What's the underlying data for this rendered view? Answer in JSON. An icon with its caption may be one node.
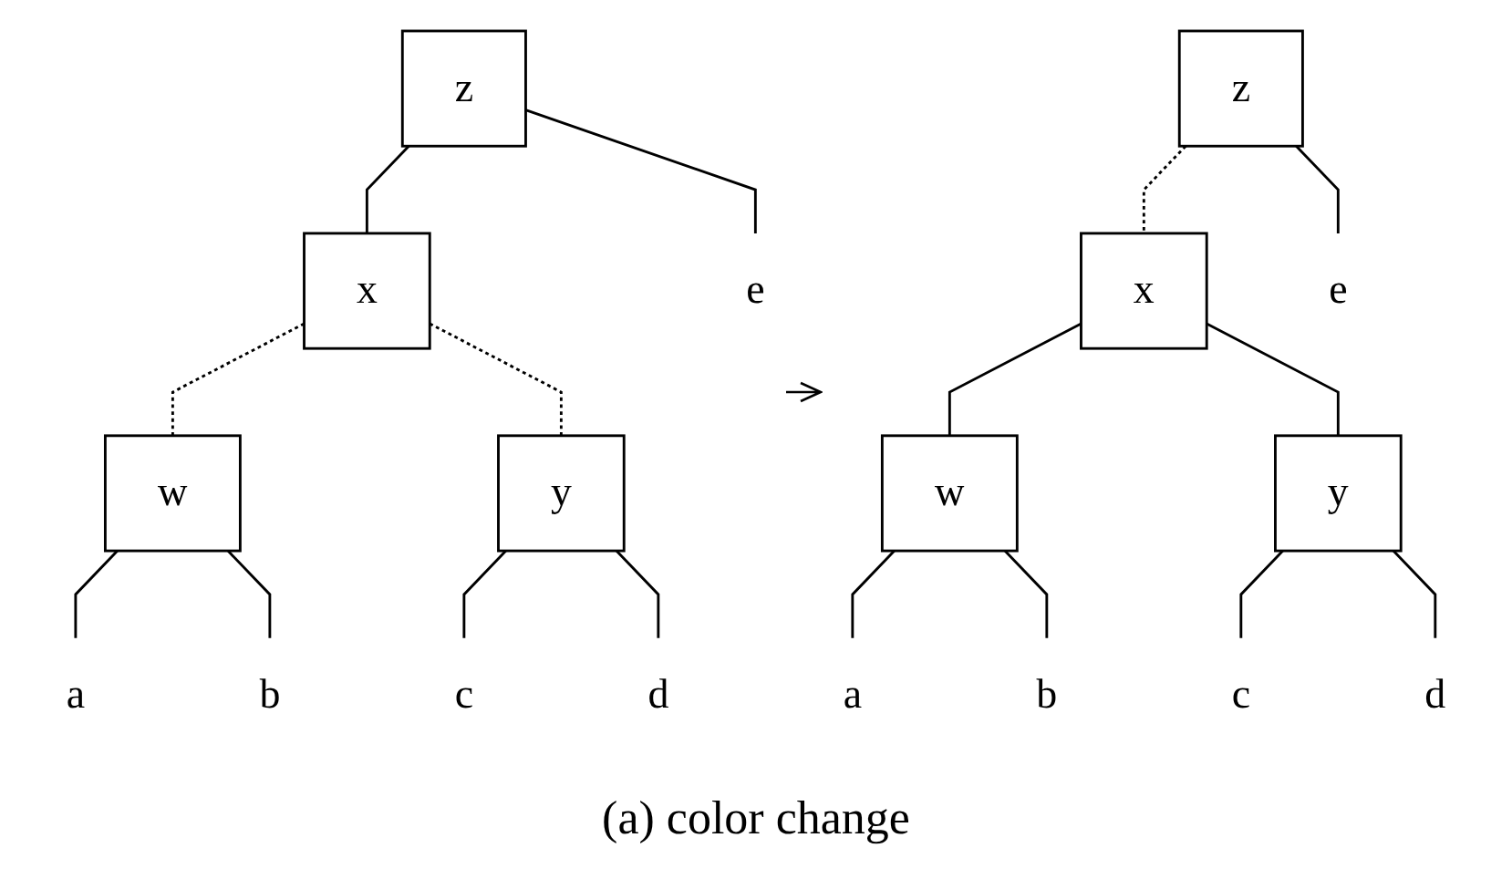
{
  "diagram": {
    "caption": "(a) color change",
    "nodes": [
      {
        "text": [
          "z"
        ]
      },
      {
        "text": [
          "x"
        ]
      },
      {
        "text": [
          "e"
        ]
      },
      {
        "text": [
          "w"
        ]
      },
      {
        "text": [
          "y"
        ]
      },
      {
        "text": [
          "a"
        ]
      },
      {
        "text": [
          "b"
        ]
      },
      {
        "text": [
          "c"
        ]
      },
      {
        "text": [
          "d"
        ]
      },
      {
        "text": [
          "z"
        ]
      },
      {
        "text": [
          "x"
        ]
      },
      {
        "text": [
          "e"
        ]
      },
      {
        "text": [
          "w"
        ]
      },
      {
        "text": [
          "y"
        ]
      },
      {
        "text": [
          "a"
        ]
      },
      {
        "text": [
          "b"
        ]
      },
      {
        "text": [
          "c"
        ]
      },
      {
        "text": [
          "d"
        ]
      }
    ],
    "edges": [
      {
        "from": 0,
        "to": 1,
        "arrow": "none"
      },
      {
        "from": 0,
        "to": 2,
        "arrow": "none"
      },
      {
        "from": 1,
        "to": 3,
        "arrow": "none",
        "style": "dashed"
      },
      {
        "from": 1,
        "to": 4,
        "arrow": "none",
        "style": "dashed"
      },
      {
        "from": 3,
        "to": 5,
        "arrow": "none"
      },
      {
        "from": 3,
        "to": 6,
        "arrow": "none"
      },
      {
        "from": 4,
        "to": 7,
        "arrow": "none"
      },
      {
        "from": 4,
        "to": 8,
        "arrow": "none"
      },
      {
        "from": 9,
        "to": 10,
        "arrow": "none",
        "style": "dashed"
      },
      {
        "from": 9,
        "to": 11,
        "arrow": "none"
      },
      {
        "from": 10,
        "to": 12,
        "arrow": "none"
      },
      {
        "from": 10,
        "to": 13,
        "arrow": "none"
      },
      {
        "from": 12,
        "to": 14,
        "arrow": "none"
      },
      {
        "from": 12,
        "to": 15,
        "arrow": "none"
      },
      {
        "from": 13,
        "to": 16,
        "arrow": "none"
      },
      {
        "from": 13,
        "to": 17,
        "arrow": "none"
      }
    ]
  }
}
